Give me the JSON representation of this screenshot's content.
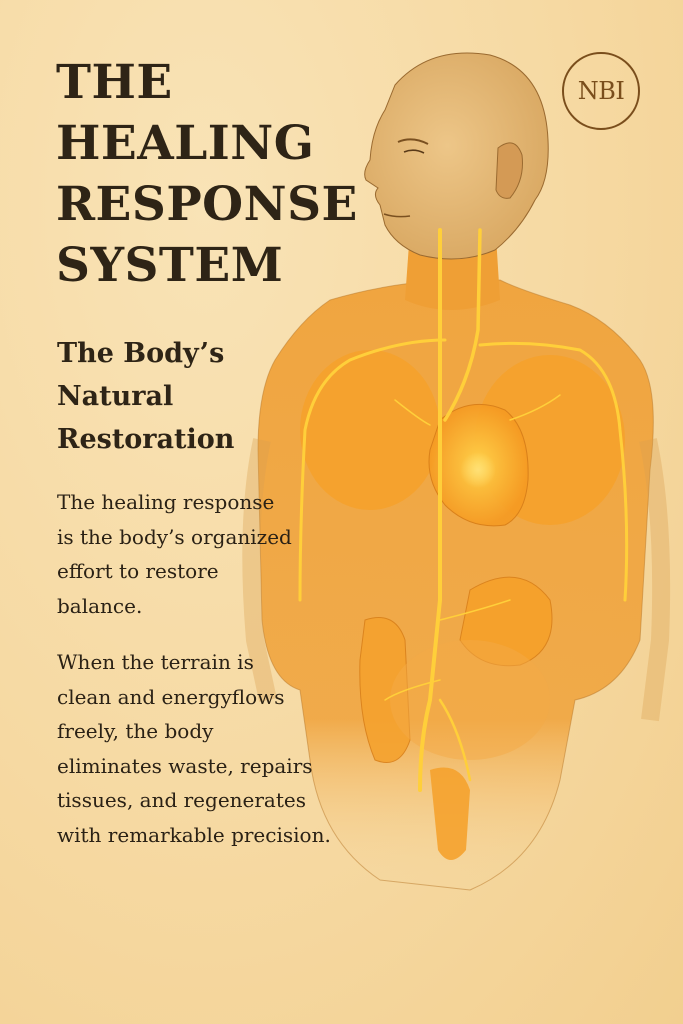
{
  "logo": {
    "text": "NBI",
    "color": "#7a4e1c"
  },
  "title": {
    "lines": [
      "THE",
      "HEALING",
      "RESPONSE",
      "SYSTEM"
    ]
  },
  "subtitle": {
    "lines": [
      "The Body’s",
      "Natural",
      "Restoration"
    ]
  },
  "paragraphs": [
    {
      "lines": [
        "The healing response",
        "is the body’s organized",
        "effort to restore",
        "balance."
      ]
    },
    {
      "lines": [
        "When the terrain is",
        "clean and energyflows",
        "freely, the body",
        "eliminates waste, repairs",
        "tissues, and regenerates",
        "with remarkable precision."
      ]
    }
  ],
  "illustration": {
    "subject": "human-anatomy-figure",
    "highlight_color": "#f5a623",
    "glow_color": "#ffd34d",
    "skin_color": "#e8b872"
  },
  "colors": {
    "background": "#f6d9a2",
    "text": "#2e2416"
  }
}
